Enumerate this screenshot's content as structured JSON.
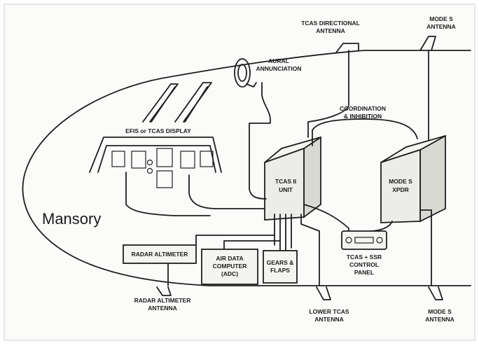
{
  "labels": {
    "tcas_directional_antenna": [
      "TCAS DIRECTIONAL",
      "ANTENNA"
    ],
    "mode_s_antenna_top": [
      "MODE S",
      "ANTENNA"
    ],
    "aural_annunciation": [
      "AURAL",
      "ANNUNCIATION"
    ],
    "coordination": [
      "COORDINATION",
      "& INHIBITION"
    ],
    "efis_display": "EFIS or TCAS DISPLAY",
    "tcas_unit": [
      "TCAS II",
      "UNIT"
    ],
    "mode_s_xpdr": [
      "MODE S",
      "XPDR"
    ],
    "mansory": "Mansory",
    "radar_altimeter": "RADAR ALTIMETER",
    "air_data_computer": [
      "AIR DATA",
      "COMPUTER",
      "(ADC)"
    ],
    "gears_flaps": [
      "GEARS &",
      "FLAPS"
    ],
    "control_panel": [
      "TCAS + SSR",
      "CONTROL",
      "PANEL"
    ],
    "radar_altimeter_antenna": [
      "RADAR ALTIMETER",
      "ANTENNA"
    ],
    "lower_tcas_antenna": [
      "LOWER TCAS",
      "ANTENNA"
    ],
    "mode_s_antenna_bottom": [
      "MODE S",
      "ANTENNA"
    ]
  },
  "colors": {
    "ink": "#1e1e1e",
    "paper": "#f4f4f1"
  }
}
